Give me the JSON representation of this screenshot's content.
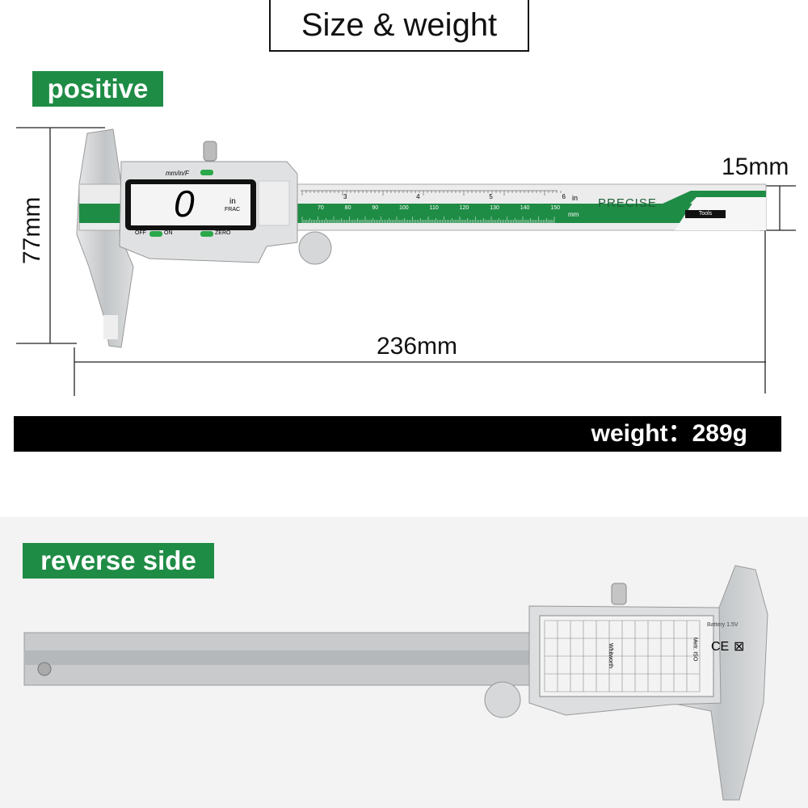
{
  "title": "Size & weight",
  "positive_label": "positive",
  "reverse_label": "reverse side",
  "dimensions": {
    "height": "77mm",
    "thickness": "15mm",
    "length": "236mm"
  },
  "weight": "weight：289g",
  "caliper": {
    "display_value": "0",
    "display_unit": "in",
    "display_mode": "FRAC",
    "button_mode": "mm/in/F",
    "button_off": "OFF",
    "button_on": "ON",
    "button_zero": "ZERO",
    "inch_marks": [
      "3",
      "4",
      "5",
      "6"
    ],
    "inch_unit": "in",
    "mm_marks": [
      "70",
      "80",
      "90",
      "100",
      "110",
      "120",
      "130",
      "140",
      "150"
    ],
    "mm_unit": "mm",
    "brand": "PRECISE",
    "brand_tag": "Tools",
    "reverse_table_title": "Metr. ISO",
    "reverse_table_sub": "Whitworth",
    "battery": "Battery 1.5V",
    "ce_mark": "CE"
  },
  "colors": {
    "green": "#1f8c45",
    "steel": "#c9ccce"
  }
}
